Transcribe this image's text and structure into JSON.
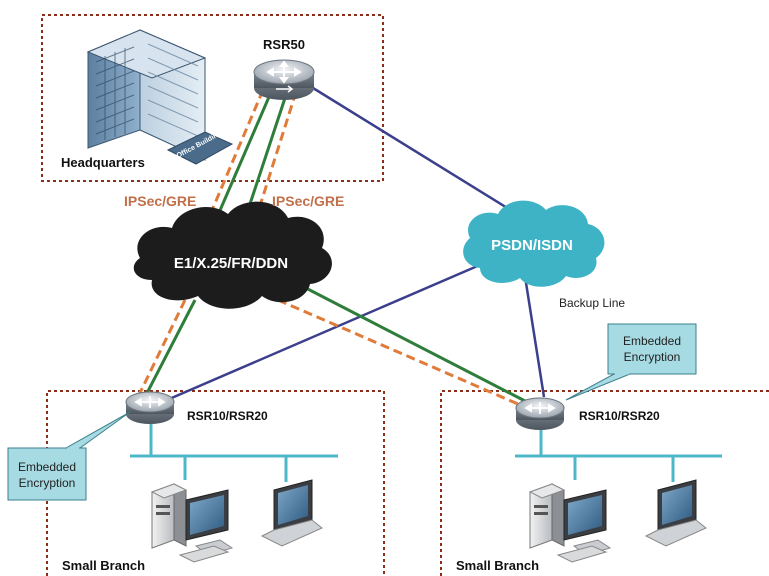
{
  "sites": {
    "headquarters": {
      "label": "Headquarters",
      "building_text": "Office Building"
    },
    "branch_left": {
      "label": "Small Branch"
    },
    "branch_right": {
      "label": "Small Branch"
    }
  },
  "routers": {
    "hq": {
      "label": "RSR50"
    },
    "left": {
      "label": "RSR10/RSR20"
    },
    "right": {
      "label": "RSR10/RSR20"
    }
  },
  "networks": {
    "wan": {
      "label": "E1/X.25/FR/DDN"
    },
    "psdn": {
      "label": "PSDN/ISDN"
    }
  },
  "tunnels": {
    "left": {
      "label": "IPSec/GRE"
    },
    "right": {
      "label": "IPSec/GRE"
    }
  },
  "backup_line": {
    "label": "Backup Line"
  },
  "callouts": {
    "left": {
      "line1": "Embedded",
      "line2": "Encryption"
    },
    "right": {
      "line1": "Embedded",
      "line2": "Encryption"
    }
  },
  "colors": {
    "site_border": "#8b2e1a",
    "wan_cloud": "#1c1c1c",
    "psdn_cloud": "#3fb3c6",
    "tunnel_orange": "#e07b39",
    "link_green": "#2e7d3a",
    "backup_blue": "#3b3f8c",
    "lan_bus": "#4fb8c8",
    "callout_fill": "#a7dbe3",
    "tunnel_text": "#c0704a"
  }
}
